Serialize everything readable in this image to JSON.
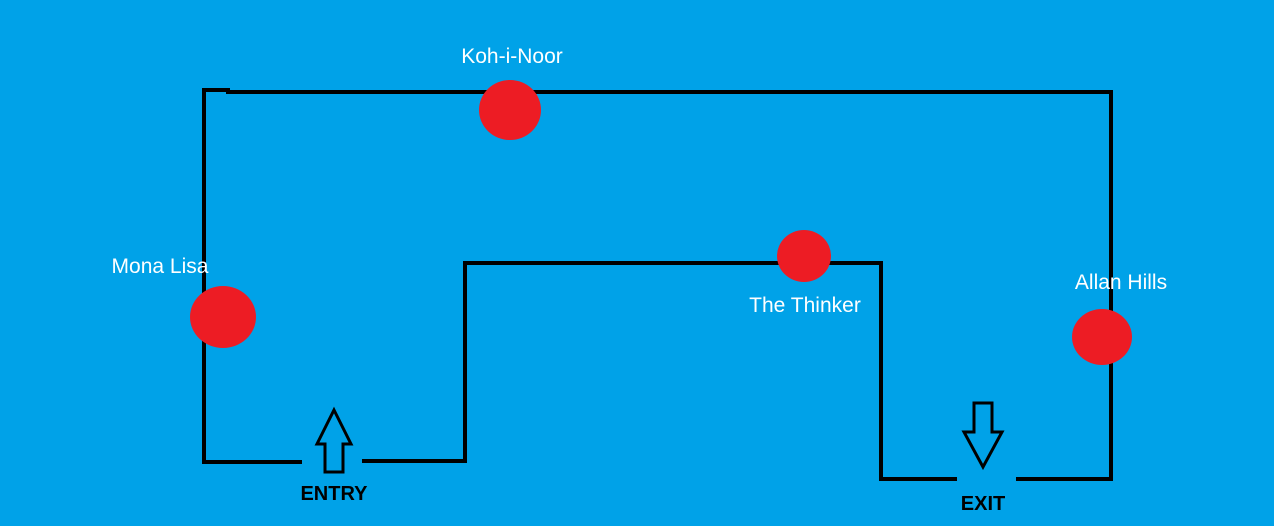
{
  "colors": {
    "background": "#00a2e8",
    "wall": "#000000",
    "exhibit_marker": "#ed1c24",
    "exhibit_label": "#ffffff",
    "door_label": "#000000"
  },
  "exhibits": {
    "koh_i_noor": "Koh-i-Noor",
    "mona_lisa": "Mona Lisa",
    "the_thinker": "The Thinker",
    "allan_hills": "Allan Hills"
  },
  "doors": {
    "entry": "ENTRY",
    "exit": "EXIT"
  }
}
